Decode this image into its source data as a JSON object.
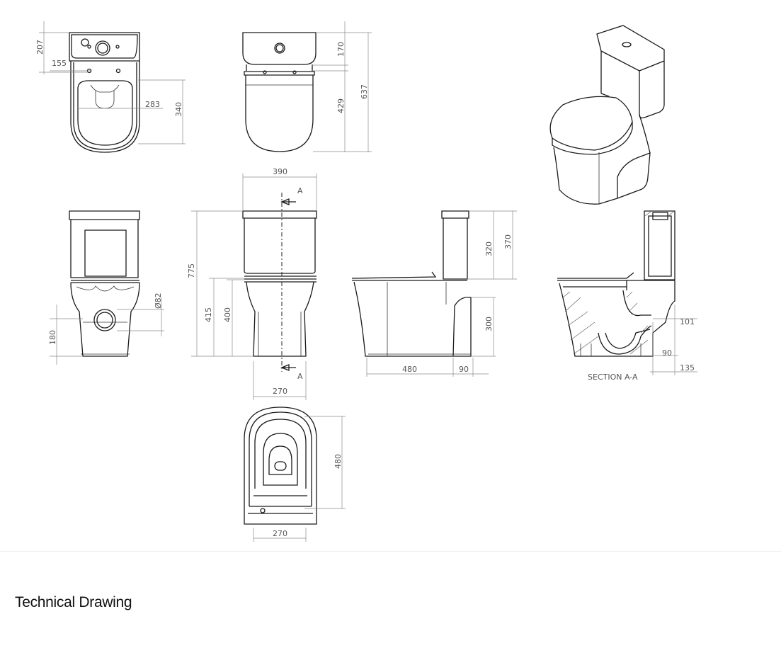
{
  "caption": "Technical Drawing",
  "views": {
    "plan": {
      "d207": "207",
      "d155": "155",
      "d283": "283",
      "d340": "340"
    },
    "top": {
      "d170": "170",
      "d429": "429",
      "d637": "637"
    },
    "front": {
      "d82": "Ø82",
      "d180": "180"
    },
    "rear": {
      "d390": "390",
      "d775": "775",
      "d415": "415",
      "d400": "400",
      "d270": "270",
      "sectionA_top": "A",
      "sectionA_bottom": "A"
    },
    "side": {
      "d320": "320",
      "d370": "370",
      "d300": "300",
      "d480": "480",
      "d90": "90"
    },
    "section": {
      "title": "SECTION A-A",
      "d101": "101",
      "d90": "90",
      "d135": "135"
    },
    "bottom": {
      "d480": "480",
      "d270": "270"
    }
  }
}
